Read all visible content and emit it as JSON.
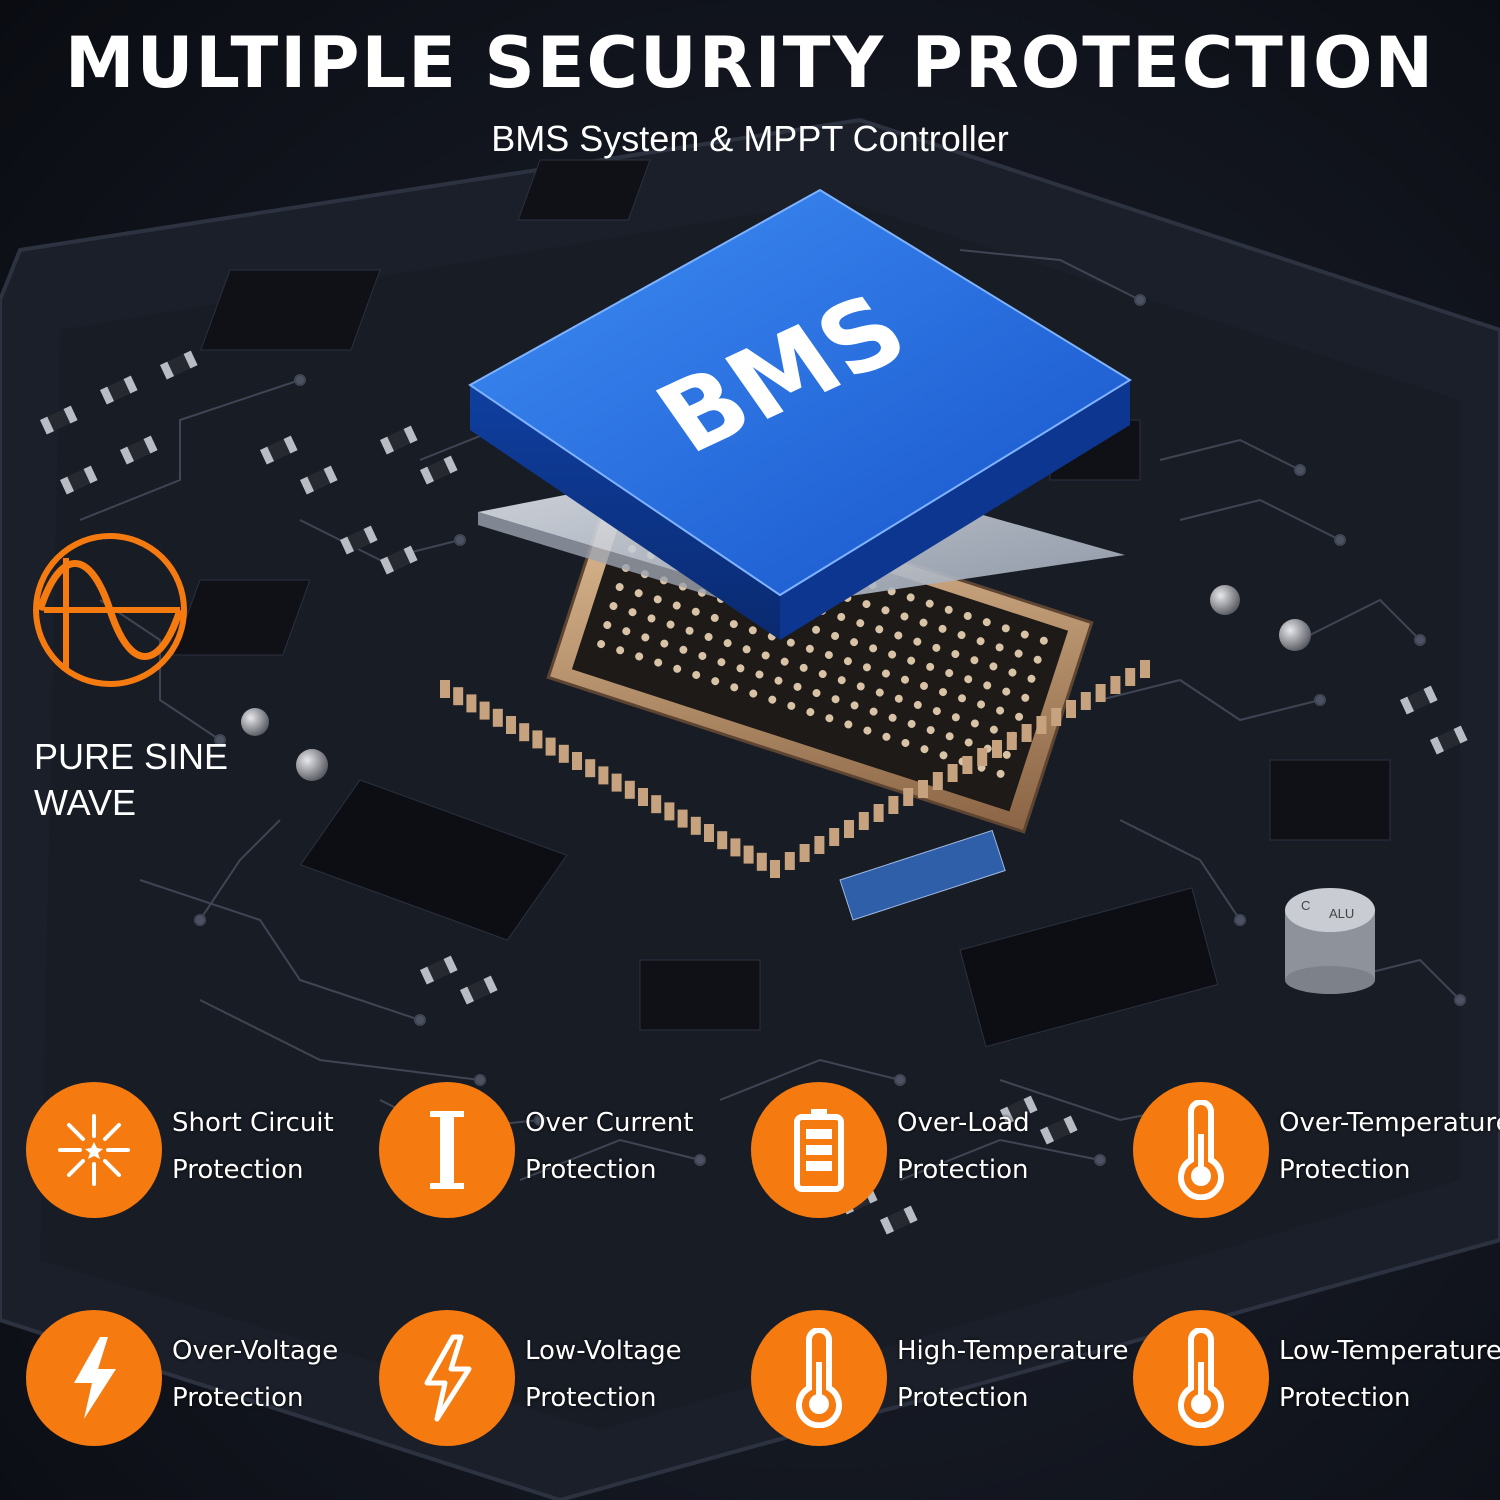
{
  "header": {
    "title": "MULTIPLE SECURITY PROTECTION",
    "subtitle": "BMS System & MPPT Controller"
  },
  "chip": {
    "label": "BMS"
  },
  "badge": {
    "icon": "sine-wave-icon",
    "line1": "PURE SINE",
    "line2": "WAVE"
  },
  "capacitor": {
    "label1": "C",
    "label2": "ALU"
  },
  "colors": {
    "accent": "#f57a10",
    "chip_blue": "#1e6fe0",
    "background": "#12151d"
  },
  "features": [
    {
      "icon": "spark-burst-icon",
      "line1": "Short Circuit",
      "line2": "Protection"
    },
    {
      "icon": "current-bar-icon",
      "line1": "Over Current",
      "line2": "Protection"
    },
    {
      "icon": "battery-icon",
      "line1": "Over-Load",
      "line2": "Protection"
    },
    {
      "icon": "thermometer-icon",
      "line1": "Over-Temperature",
      "line2": "Protection"
    },
    {
      "icon": "lightning-bolt-icon",
      "line1": "Over-Voltage",
      "line2": "Protection"
    },
    {
      "icon": "lightning-outline-icon",
      "line1": "Low-Voltage",
      "line2": "Protection"
    },
    {
      "icon": "thermometer-icon",
      "line1": "High-Temperature",
      "line2": "Protection"
    },
    {
      "icon": "thermometer-icon",
      "line1": "Low-Temperature",
      "line2": "Protection"
    }
  ]
}
